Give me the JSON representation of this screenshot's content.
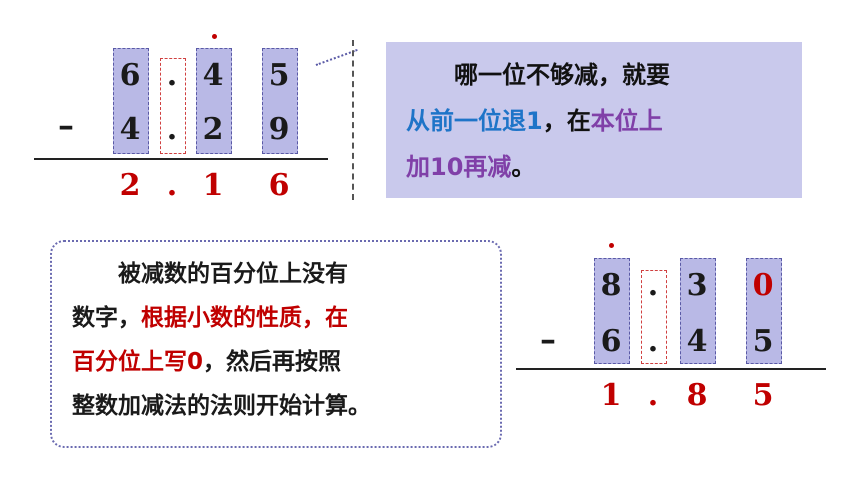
{
  "problem1": {
    "minuend": [
      "6",
      ".",
      "4",
      "5"
    ],
    "subtrahend": [
      "4",
      ".",
      "2",
      "9"
    ],
    "result": [
      "2",
      ".",
      "1",
      "6"
    ],
    "minus": "–"
  },
  "problem2": {
    "minuend": [
      "8",
      ".",
      "3",
      "0"
    ],
    "subtrahend": [
      "6",
      ".",
      "4",
      "5"
    ],
    "result": [
      "1",
      ".",
      "8",
      "5"
    ],
    "minus": "–"
  },
  "callout": {
    "line1": "哪一位不够减，就要",
    "line2_blue": "从前一位退1",
    "line2_mid": "，在",
    "line2_purple": "本位上",
    "line3_purple": "加10再减",
    "line3_end": "。"
  },
  "note": {
    "line1": "被减数的百分位上没有",
    "line2_start": "数字，",
    "line2_red": "根据小数的性质，在",
    "line3_red": "百分位上写0",
    "line3_end": "，然后再按照",
    "line4": "整数加减法的法则开始计算。"
  },
  "colors": {
    "column_fill": "#b9b9e6",
    "callout_fill": "#c9c9ec",
    "result_red": "#c00000",
    "blue_text": "#1e74c8",
    "purple_text": "#8040a8"
  }
}
